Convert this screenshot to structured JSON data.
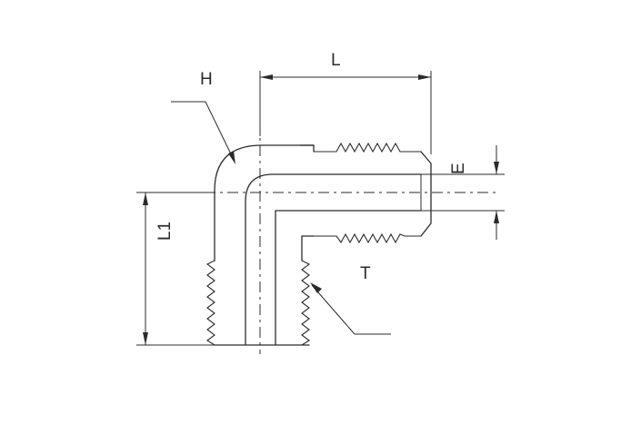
{
  "labels": {
    "L": "L",
    "H": "H",
    "E": "E",
    "L1": "L1",
    "T": "T"
  },
  "line_color": "#2b2b2b",
  "background": "#ffffff"
}
